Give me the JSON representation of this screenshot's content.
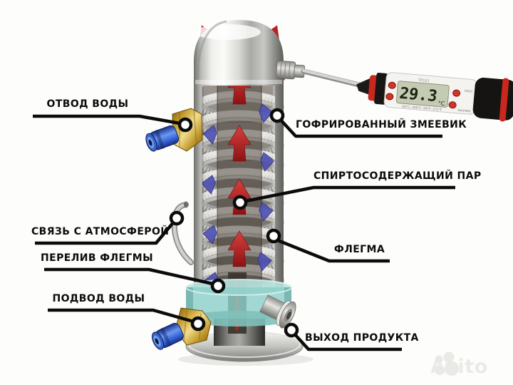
{
  "labels": {
    "otvod_vody": "ОТВОД ВОДЫ",
    "gofrirovannyj_zmeevik": "ГОФРИРОВАННЫЙ ЗМЕЕВИК",
    "spirtosoderzhashchij_par": "СПИРТОСОДЕРЖАЩИЙ ПАР",
    "svyaz_s_atmosferoj": "СВЯЗЬ С АТМОСФЕРОЙ",
    "pereliv_flegmy": "ПЕРЕЛИВ ФЛЕГМЫ",
    "podvod_vody": "ПОДВОД ВОДЫ",
    "flegma": "ФЛЕГМА",
    "vykhod_produkta": "ВЫХОД ПРОДУКТА"
  },
  "thermometer": {
    "model": "TP101",
    "reading": "29.3",
    "unit": "°C",
    "hold_label": "HOLD",
    "maxmin_label": "MAX/MIN",
    "range_text": "-50°C~300°C  -58°F~572°F"
  },
  "watermark": {
    "text": "Avito"
  },
  "colors": {
    "label_black": "#0b0b0b",
    "vapor_red": "#b92020",
    "water_blue": "#4f52b4",
    "glass_teal": "#8ed0c9",
    "brass": "#c49c2e",
    "connector_blue": "#3f6fe0",
    "watermark_gray": "#e9e9e6"
  }
}
